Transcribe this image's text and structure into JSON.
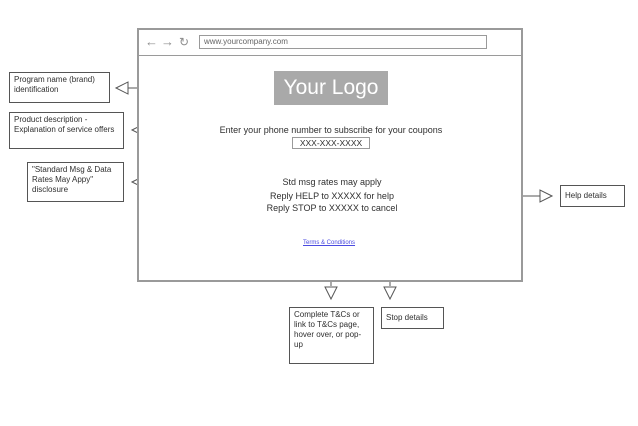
{
  "browser": {
    "nav_back_icon": "arrow-left-icon",
    "nav_forward_icon": "arrow-right-icon",
    "reload_icon": "reload-icon",
    "url": "www.yourcompany.com"
  },
  "page": {
    "logo": "Your Logo",
    "subscribe_text": "Enter your phone number to subscribe for your coupons",
    "phone_placeholder": "XXX-XXX-XXXX",
    "rates_text": "Std msg rates may apply",
    "help_text": "Reply HELP to XXXXX for help",
    "stop_text": "Reply STOP to XXXXX to cancel",
    "terms_link": "Terms & Conditions"
  },
  "callouts": {
    "program_name": "Program name (brand) identification",
    "product_description": "Product description - Explanation of service offers",
    "standard_msg": "\"Standard Msg & Data Rates May Appy\" disclosure",
    "help_details": "Help details",
    "tcs_details": "Complete T&Cs or link to T&Cs page, hover over, or pop-up",
    "stop_details": "Stop details"
  },
  "colors": {
    "line": "#555555",
    "frame": "#9a9a9a",
    "logo_bg": "#a9a9a9",
    "link": "#4a4ae0"
  }
}
